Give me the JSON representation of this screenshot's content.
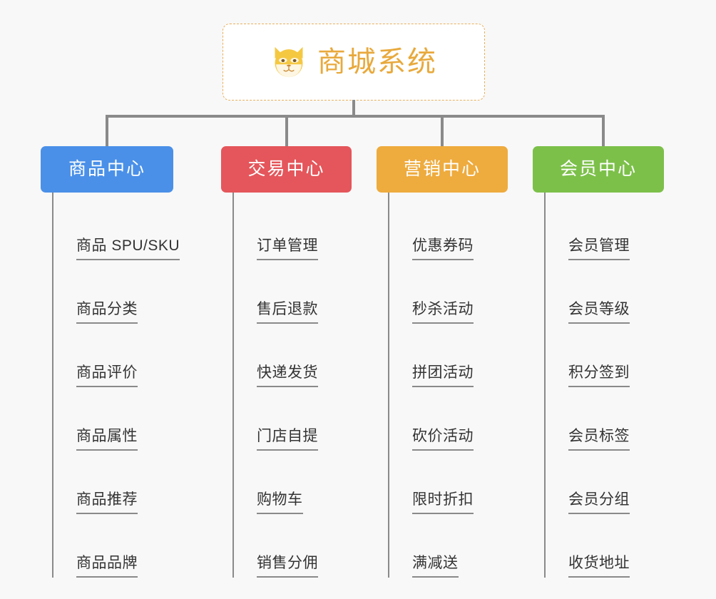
{
  "diagram": {
    "background_color": "#f8f8f8",
    "root": {
      "title": "商城系统",
      "icon": "shiba-dog-face-icon",
      "title_color": "#e8a93c",
      "border_color": "#e8b05c"
    },
    "connector_color": "#8a8a8a",
    "columns": [
      {
        "label": "商品中心",
        "color": "#4a90e8",
        "items": [
          "商品 SPU/SKU",
          "商品分类",
          "商品评价",
          "商品属性",
          "商品推荐",
          "商品品牌"
        ]
      },
      {
        "label": "交易中心",
        "color": "#e4565b",
        "items": [
          "订单管理",
          "售后退款",
          "快递发货",
          "门店自提",
          "购物车",
          "销售分佣"
        ]
      },
      {
        "label": "营销中心",
        "color": "#eeab3e",
        "items": [
          "优惠券码",
          "秒杀活动",
          "拼团活动",
          "砍价活动",
          "限时折扣",
          "满减送"
        ]
      },
      {
        "label": "会员中心",
        "color": "#7cc04a",
        "items": [
          "会员管理",
          "会员等级",
          "积分签到",
          "会员标签",
          "会员分组",
          "收货地址"
        ]
      }
    ]
  }
}
